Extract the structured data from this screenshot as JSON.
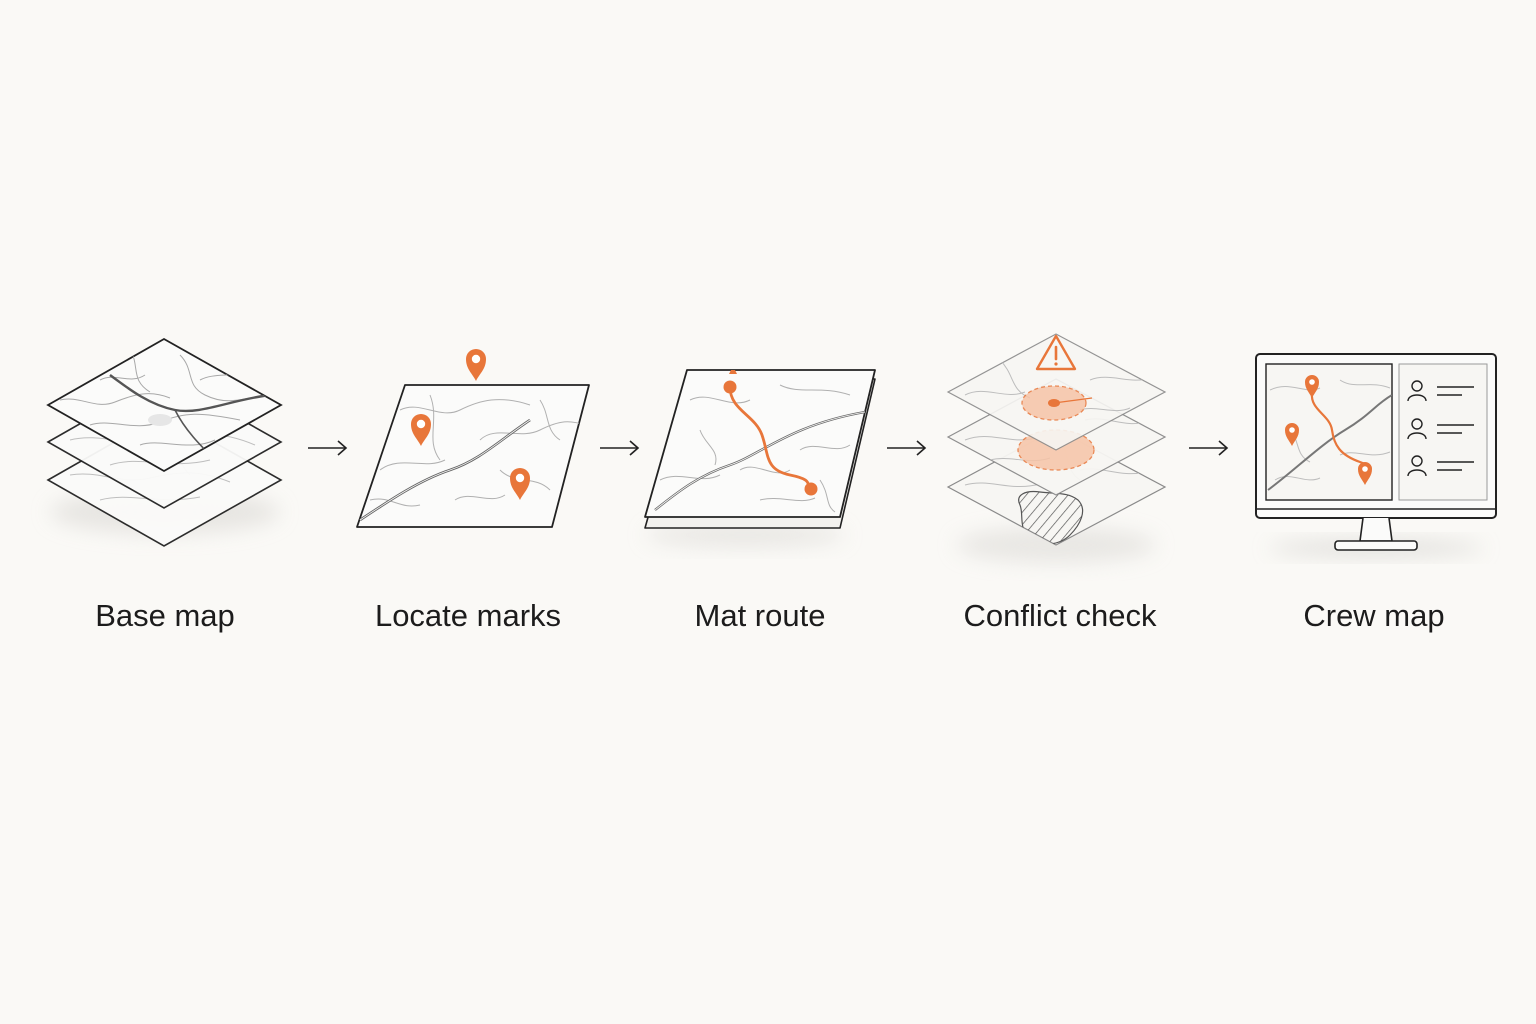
{
  "colors": {
    "background": "#faf9f6",
    "ink": "#222222",
    "contour": "#9a9a9a",
    "road": "#6e6e6e",
    "accent": "#e8763a",
    "accent_soft": "#f6c3a6"
  },
  "steps": [
    {
      "label": "Base map",
      "icon": "stacked-map-layers-icon"
    },
    {
      "label": "Locate marks",
      "icon": "map-with-pins-icon"
    },
    {
      "label": "Mat route",
      "icon": "map-with-route-icon"
    },
    {
      "label": "Conflict check",
      "icon": "conflict-layers-warning-icon"
    },
    {
      "label": "Crew map",
      "icon": "monitor-crew-map-icon"
    }
  ],
  "connectors": [
    "arrow-icon",
    "arrow-icon",
    "arrow-icon",
    "arrow-icon"
  ]
}
